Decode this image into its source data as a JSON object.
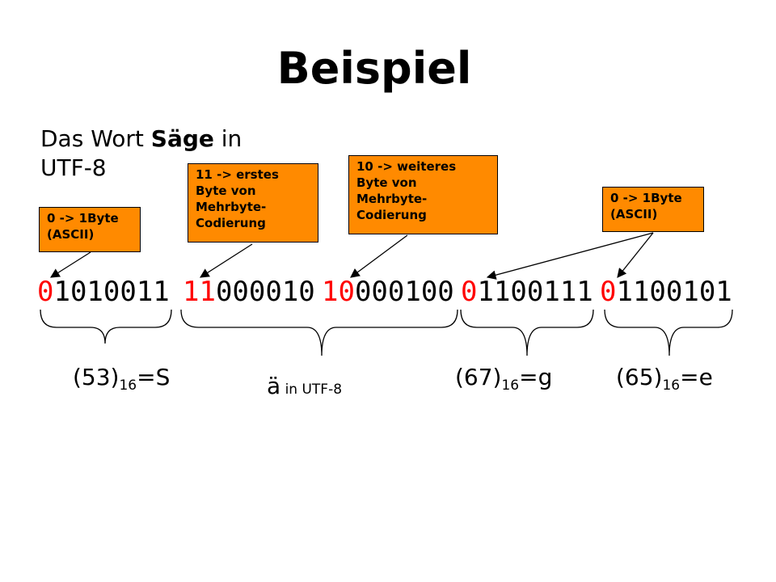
{
  "title": "Beispiel",
  "subtitle": {
    "prefix": "Das Wort ",
    "word": "Säge",
    "suffix": " in",
    "line2": "UTF-8"
  },
  "annotations": [
    {
      "lines": [
        "0 -> 1Byte",
        "(ASCII)"
      ]
    },
    {
      "lines": [
        "11 -> erstes",
        "Byte von",
        "Mehrbyte-",
        "Codierung"
      ]
    },
    {
      "lines": [
        "10 -> weiteres",
        "Byte von",
        "Mehrbyte-",
        "Codierung"
      ]
    },
    {
      "lines": [
        "0 -> 1Byte",
        "(ASCII)"
      ]
    }
  ],
  "bytes": [
    {
      "prefix": "0",
      "rest": "1010011"
    },
    {
      "prefix": "11",
      "rest": "000010"
    },
    {
      "prefix": "10",
      "rest": "000100"
    },
    {
      "prefix": "0",
      "rest": "1100111"
    },
    {
      "prefix": "0",
      "rest": "1100101"
    }
  ],
  "results": [
    {
      "base": "(53)",
      "sub": "16",
      "value": "=S"
    },
    {
      "main": "ä",
      "small": " in UTF-8"
    },
    {
      "base": "(67)",
      "sub": "16",
      "value": "=g"
    },
    {
      "base": "(65)",
      "sub": "16",
      "value": "=e"
    }
  ],
  "colors": {
    "box_fill": "#ff8a00",
    "marker_bits": "#ff0000",
    "text": "#000000"
  }
}
